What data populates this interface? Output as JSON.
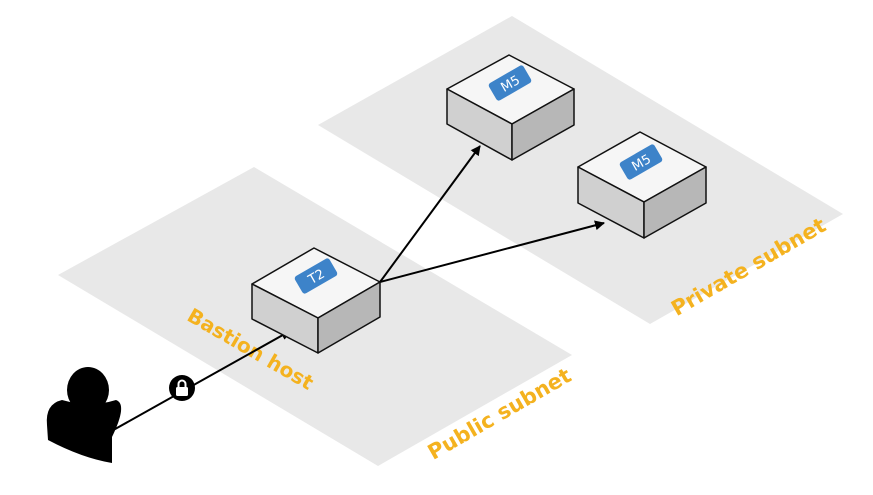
{
  "colors": {
    "background": "#ffffff",
    "subnet_fill": "#e8e8e8",
    "box_top": "#f6f6f6",
    "box_left": "#d0d0d0",
    "box_right": "#b7b7b7",
    "box_stroke": "#111111",
    "badge_fill": "#3d83c9",
    "badge_text": "#ffffff",
    "label_color": "#f4b21f",
    "line_color": "#000000",
    "user_color": "#000000"
  },
  "subnets": {
    "public": {
      "label": "Public subnet"
    },
    "private": {
      "label": "Private subnet"
    }
  },
  "labels": {
    "bastion": "Bastion host"
  },
  "nodes": {
    "t2": {
      "badge": "T2"
    },
    "m5_top": {
      "badge": "M5"
    },
    "m5_right": {
      "badge": "M5"
    }
  },
  "icons": {
    "user": "user-icon",
    "lock": "lock-icon"
  }
}
